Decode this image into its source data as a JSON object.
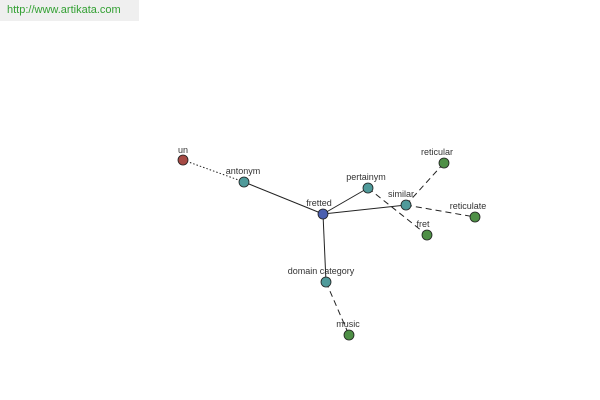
{
  "banner": {
    "url_text": "http://www.artikata.com"
  },
  "colors": {
    "center_node": "#4a5fb0",
    "relation_node": "#4f9a9a",
    "word_node": "#4e8f46",
    "antonym_target_node": "#a64a45",
    "edge": "#222222",
    "banner_text": "#33a033",
    "banner_bg": "#efefef"
  },
  "graph": {
    "nodes": [
      {
        "id": "fretted",
        "label": "fretted",
        "kind": "center"
      },
      {
        "id": "antonym",
        "label": "antonym",
        "kind": "relation"
      },
      {
        "id": "un",
        "label": "un",
        "kind": "antonym_target"
      },
      {
        "id": "pertainym",
        "label": "pertainym",
        "kind": "relation"
      },
      {
        "id": "similar",
        "label": "similar",
        "kind": "relation"
      },
      {
        "id": "reticular",
        "label": "reticular",
        "kind": "word"
      },
      {
        "id": "reticulate",
        "label": "reticulate",
        "kind": "word"
      },
      {
        "id": "fret",
        "label": "fret",
        "kind": "word"
      },
      {
        "id": "domain_category",
        "label": "domain category",
        "kind": "relation"
      },
      {
        "id": "music",
        "label": "music",
        "kind": "word"
      }
    ],
    "edges": [
      {
        "from": "fretted",
        "to": "antonym",
        "style": "solid"
      },
      {
        "from": "antonym",
        "to": "un",
        "style": "dotted"
      },
      {
        "from": "fretted",
        "to": "pertainym",
        "style": "solid"
      },
      {
        "from": "fretted",
        "to": "similar",
        "style": "solid"
      },
      {
        "from": "fretted",
        "to": "domain_category",
        "style": "solid"
      },
      {
        "from": "similar",
        "to": "reticular",
        "style": "dashed"
      },
      {
        "from": "similar",
        "to": "reticulate",
        "style": "dashed"
      },
      {
        "from": "pertainym",
        "to": "fret",
        "style": "dashed"
      },
      {
        "from": "domain_category",
        "to": "music",
        "style": "dashed"
      }
    ]
  }
}
